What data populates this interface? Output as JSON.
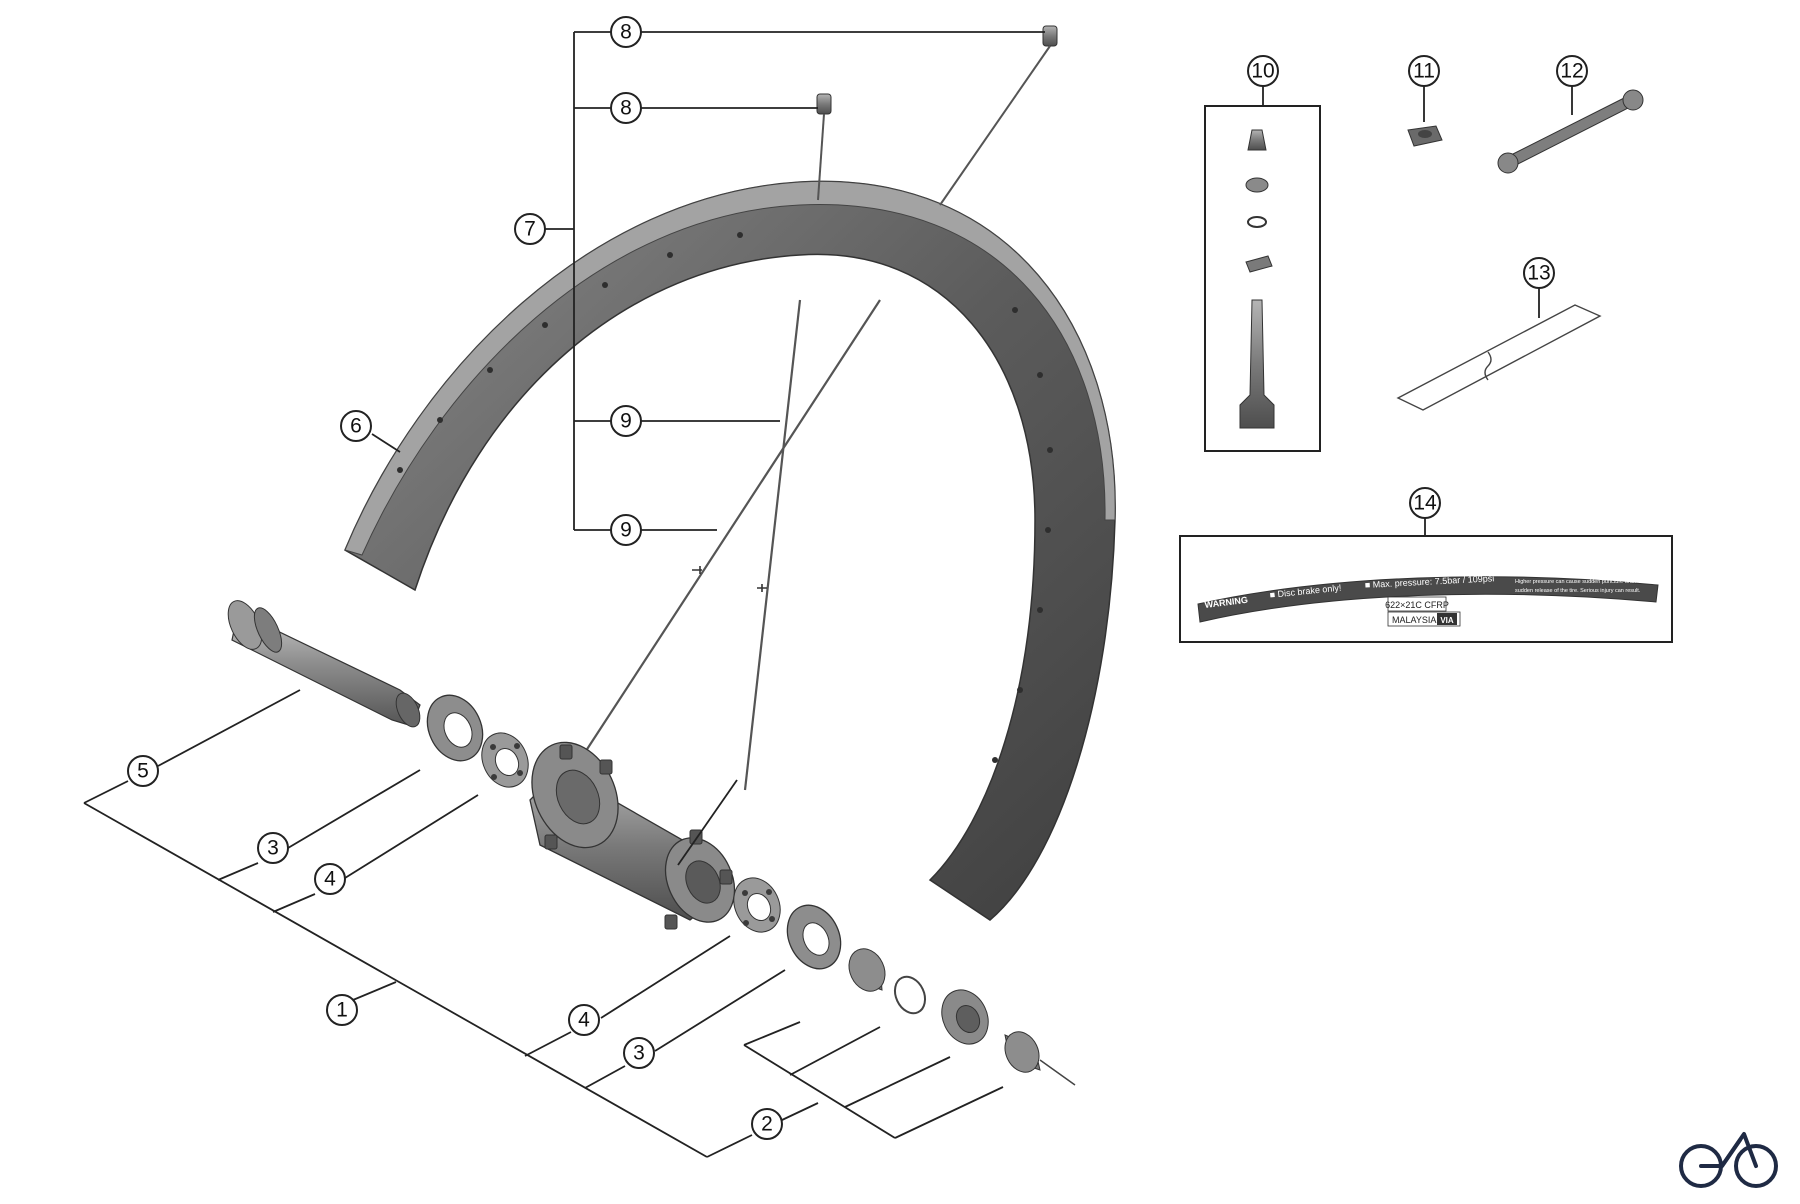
{
  "callouts": {
    "c1": "1",
    "c2": "2",
    "c3a": "3",
    "c3b": "3",
    "c4a": "4",
    "c4b": "4",
    "c5": "5",
    "c6": "6",
    "c7": "7",
    "c8a": "8",
    "c8b": "8",
    "c9a": "9",
    "c9b": "9",
    "c10": "10",
    "c11": "11",
    "c12": "12",
    "c13": "13",
    "c14": "14"
  },
  "decal": {
    "warning": "WARNING",
    "disc_brake": "■ Disc brake only!",
    "max_pressure": "■ Max. pressure: 7.5bar / 109psi",
    "fine_print_1": "Higher pressure can cause sudden puncture and / or",
    "fine_print_2": "sudden release of the tire. Serious injury can result.",
    "size": "622×21C  CFRP",
    "origin": "MALAYSIA",
    "origin_mark": "VIA"
  },
  "colors": {
    "line": "#222222",
    "rim_dark": "#4d4d4d",
    "rim_light": "#9a9a9a",
    "metal": "#7a7a7a"
  },
  "icons": {
    "brand_logo": "bicycle-icon"
  }
}
